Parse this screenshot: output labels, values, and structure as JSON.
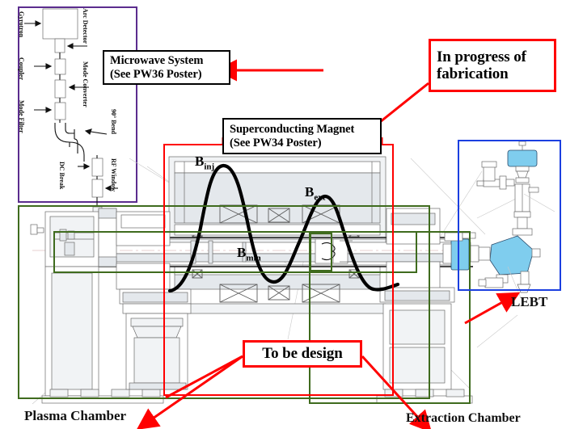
{
  "figure": {
    "type": "engineering-schematic",
    "subject": "Superconducting ECR ion source layout with microwave system and LEBT"
  },
  "callouts": {
    "microwave": {
      "line1": "Microwave System",
      "line2": "(See PW36 Poster)"
    },
    "magnet": {
      "line1": "Superconducting Magnet",
      "line2": "(See PW34 Poster)"
    },
    "fabrication": {
      "line1": "In progress of",
      "line2": "fabrication",
      "color": "#FF0000"
    },
    "design": {
      "line1": "To be design",
      "color": "#FF0000"
    }
  },
  "captions": {
    "plasma_chamber": "Plasma Chamber",
    "extraction_chamber": "Extraction Chamber",
    "lebt": "LEBT"
  },
  "microwave_components": [
    {
      "label": "Gyrotron"
    },
    {
      "label": "Arc Detector"
    },
    {
      "label": "Coupler"
    },
    {
      "label": "Mode Converter"
    },
    {
      "label": "Mode Filter"
    },
    {
      "label": "90° Bend"
    },
    {
      "label": "DC Break"
    },
    {
      "label": "RF Window"
    }
  ],
  "field_labels": [
    {
      "symbol": "B",
      "sub": "inj"
    },
    {
      "symbol": "B",
      "sub": "ext"
    },
    {
      "symbol": "B",
      "sub": "min"
    }
  ],
  "region_colors": {
    "microwave_panel": "#5B2D8E",
    "chamber_panel": "#3F6B1E",
    "lebt_panel": "#1B3FE0",
    "highlight": "#FF0000"
  }
}
